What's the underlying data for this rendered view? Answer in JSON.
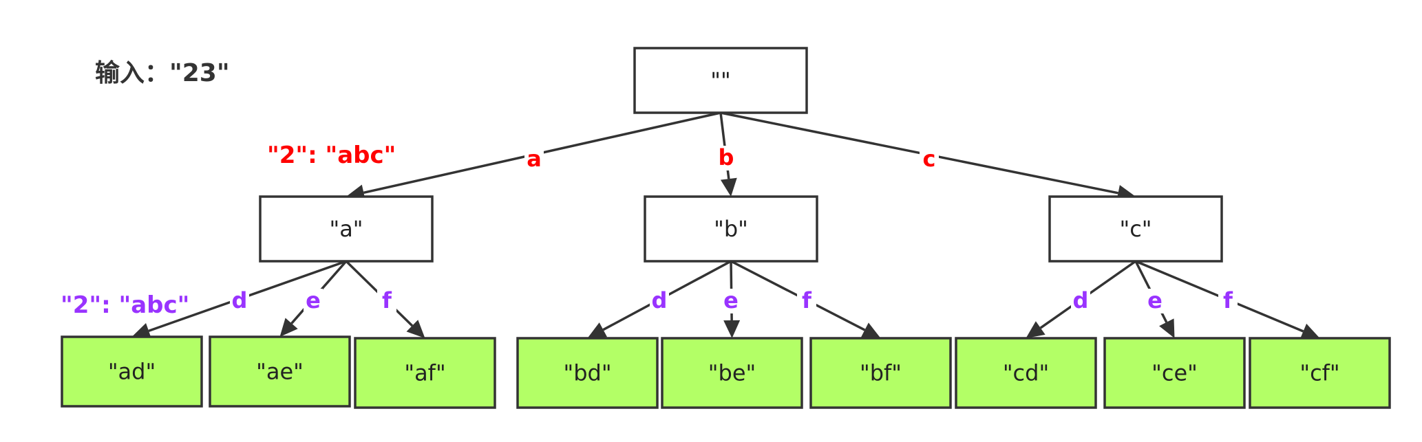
{
  "input_label": "输入：\"23\"",
  "notes": {
    "level1": "\"2\": \"abc\"",
    "level2": "\"2\": \"abc\""
  },
  "colors": {
    "level1_edge": "#ff0000",
    "level2_edge": "#9933ff",
    "leaf_fill": "#b3ff66",
    "node_fill": "#ffffff",
    "stroke": "#333333"
  },
  "tree": {
    "root": {
      "id": "root",
      "label": "\"\""
    },
    "level1": [
      {
        "id": "a",
        "label": "\"a\"",
        "edge": "a"
      },
      {
        "id": "b",
        "label": "\"b\"",
        "edge": "b"
      },
      {
        "id": "c",
        "label": "\"c\"",
        "edge": "c"
      }
    ],
    "leaves": [
      {
        "id": "ad",
        "parent": "a",
        "label": "\"ad\"",
        "edge": "d"
      },
      {
        "id": "ae",
        "parent": "a",
        "label": "\"ae\"",
        "edge": "e"
      },
      {
        "id": "af",
        "parent": "a",
        "label": "\"af\"",
        "edge": "f"
      },
      {
        "id": "bd",
        "parent": "b",
        "label": "\"bd\"",
        "edge": "d"
      },
      {
        "id": "be",
        "parent": "b",
        "label": "\"be\"",
        "edge": "e"
      },
      {
        "id": "bf",
        "parent": "b",
        "label": "\"bf\"",
        "edge": "f"
      },
      {
        "id": "cd",
        "parent": "c",
        "label": "\"cd\"",
        "edge": "d"
      },
      {
        "id": "ce",
        "parent": "c",
        "label": "\"ce\"",
        "edge": "e"
      },
      {
        "id": "cf",
        "parent": "c",
        "label": "\"cf\"",
        "edge": "f"
      }
    ]
  }
}
